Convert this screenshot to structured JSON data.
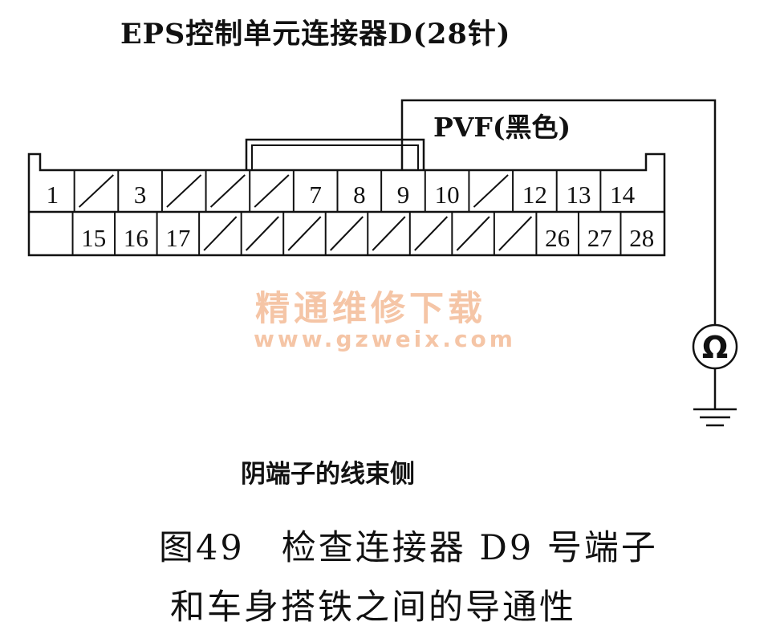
{
  "title": "EPS控制单元连接器D(28针)",
  "wire_label": "PVF(黑色)",
  "side_label": "阴端子的线束侧",
  "caption_line1": "图49　检查连接器 D9 号端子",
  "caption_line2": "和车身搭铁之间的导通性",
  "watermark_cn": "精通维修下载",
  "watermark_url": "www.gzweix.com",
  "meter_symbol": "Ω",
  "connector": {
    "top_row": [
      "1",
      "",
      "3",
      "",
      "",
      "",
      "7",
      "8",
      "9",
      "10",
      "",
      "12",
      "13",
      "14"
    ],
    "bottom_row": [
      "",
      "15",
      "16",
      "17",
      "",
      "",
      "",
      "",
      "",
      "",
      "",
      "",
      "26",
      "27",
      "28"
    ]
  },
  "probe_pin": "9",
  "colors": {
    "line": "#111111",
    "watermark": "#f5c5a6"
  }
}
